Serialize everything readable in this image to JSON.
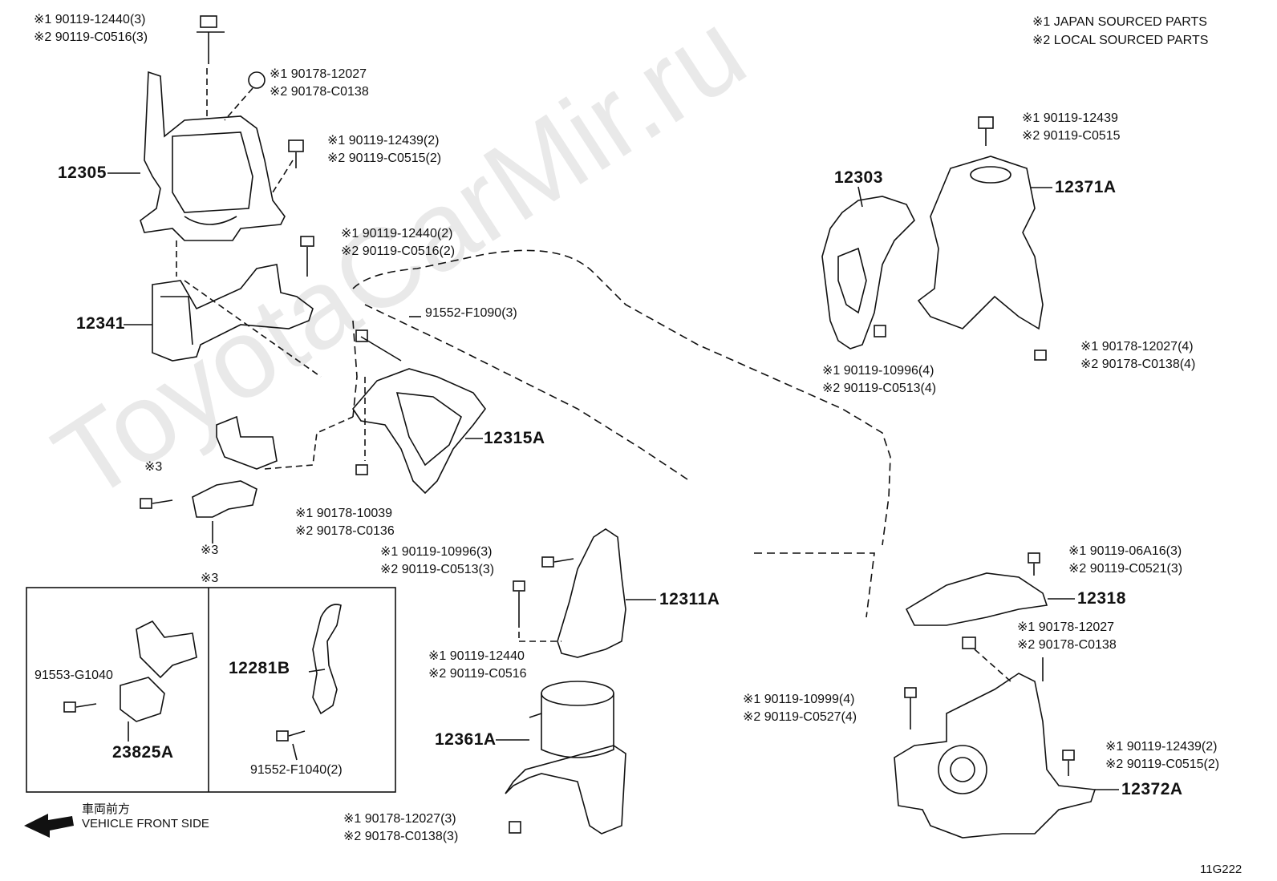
{
  "legend": {
    "line1": "※1 JAPAN SOURCED PARTS",
    "line2": "※2 LOCAL SOURCED PARTS"
  },
  "watermark": "ToyotaCarMir.ru",
  "diagram_code": "11G222",
  "front_side": {
    "jp": "車両前方",
    "en": "VEHICLE FRONT SIDE"
  },
  "parts": {
    "p12305": "12305",
    "p12341": "12341",
    "p12315A": "12315A",
    "p12303": "12303",
    "p12371A": "12371A",
    "p12311A": "12311A",
    "p12361A": "12361A",
    "p12318": "12318",
    "p12372A": "12372A",
    "p12281B": "12281B",
    "p23825A": "23825A"
  },
  "callouts": {
    "c1a": "※1 90119-12440(3)",
    "c1b": "※2 90119-C0516(3)",
    "c2a": "※1 90178-12027",
    "c2b": "※2 90178-C0138",
    "c3a": "※1 90119-12439(2)",
    "c3b": "※2 90119-C0515(2)",
    "c4a": "※1 90119-12440(2)",
    "c4b": "※2 90119-C0516(2)",
    "c5": "91552-F1090(3)",
    "c6a": "※1 90178-10039",
    "c6b": "※2 90178-C0136",
    "c7a": "※1 90119-10996(3)",
    "c7b": "※2 90119-C0513(3)",
    "c8a": "※1 90119-12440",
    "c8b": "※2 90119-C0516",
    "c9a": "※1 90178-12027(3)",
    "c9b": "※2 90178-C0138(3)",
    "c10a": "※1 90119-12439",
    "c10b": "※2 90119-C0515",
    "c11a": "※1 90119-10996(4)",
    "c11b": "※2 90119-C0513(4)",
    "c12a": "※1 90178-12027(4)",
    "c12b": "※2 90178-C0138(4)",
    "c13a": "※1 90119-06A16(3)",
    "c13b": "※2 90119-C0521(3)",
    "c14a": "※1 90178-12027",
    "c14b": "※2 90178-C0138",
    "c15a": "※1 90119-10999(4)",
    "c15b": "※2 90119-C0527(4)",
    "c16a": "※1 90119-12439(2)",
    "c16b": "※2 90119-C0515(2)",
    "c17": "91553-G1040",
    "c18": "91552-F1040(2)",
    "s3a": "※3",
    "s3b": "※3",
    "s3c": "※3"
  }
}
